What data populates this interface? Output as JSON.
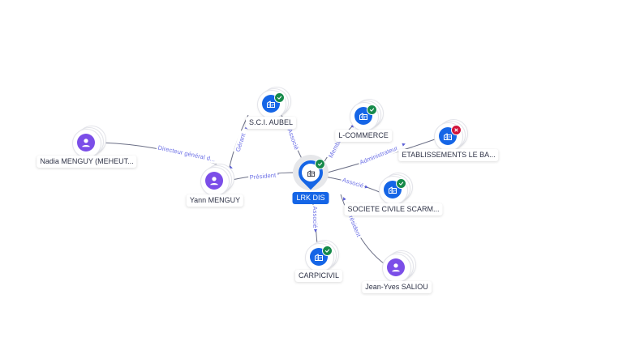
{
  "colors": {
    "company": "#1565e6",
    "person": "#7b4ee8",
    "active_badge": "#168a4a",
    "closed_badge": "#d1143c",
    "edge": "#6b6f86",
    "edge_label": "#6b6fe6"
  },
  "center": {
    "label": "LRK DIS",
    "type": "company",
    "status": "active",
    "icon": "building-icon"
  },
  "nodes": [
    {
      "id": "sci_aubel",
      "label": "S.C.I. AUBEL",
      "type": "company",
      "status": "active",
      "icon": "building-icon"
    },
    {
      "id": "l_commerce",
      "label": "L-COMMERCE",
      "type": "company",
      "status": "active",
      "icon": "building-icon"
    },
    {
      "id": "etablissements",
      "label": "ETABLISSEMENTS LE BA...",
      "type": "company",
      "status": "closed",
      "icon": "building-icon"
    },
    {
      "id": "societe_civile",
      "label": "SOCIETE CIVILE SCARM...",
      "type": "company",
      "status": "active",
      "icon": "building-icon"
    },
    {
      "id": "carpicivil",
      "label": "CARPICIVIL",
      "type": "company",
      "status": "active",
      "icon": "building-icon"
    },
    {
      "id": "jean_yves",
      "label": "Jean-Yves SALIOU",
      "type": "person",
      "icon": "person-icon"
    },
    {
      "id": "yann",
      "label": "Yann MENGUY",
      "type": "person",
      "icon": "person-icon"
    },
    {
      "id": "nadia",
      "label": "Nadia MENGUY (MEHEUT...",
      "type": "person",
      "icon": "person-icon"
    }
  ],
  "edges": [
    {
      "from": "yann",
      "to": "center",
      "label": "Président"
    },
    {
      "from": "center",
      "to": "sci_aubel",
      "label": "Associé"
    },
    {
      "from": "yann",
      "to": "sci_aubel",
      "label": "Gérant"
    },
    {
      "from": "nadia",
      "to": "yann",
      "label": "Directeur général d..."
    },
    {
      "from": "center",
      "to": "l_commerce",
      "label": "Membre"
    },
    {
      "from": "center",
      "to": "etablissements",
      "label": "Administrateur"
    },
    {
      "from": "center",
      "to": "societe_civile",
      "label": "Associé"
    },
    {
      "from": "center",
      "to": "carpicivil",
      "label": "Associé"
    },
    {
      "from": "jean_yves",
      "to": "center",
      "label": "Président"
    }
  ]
}
